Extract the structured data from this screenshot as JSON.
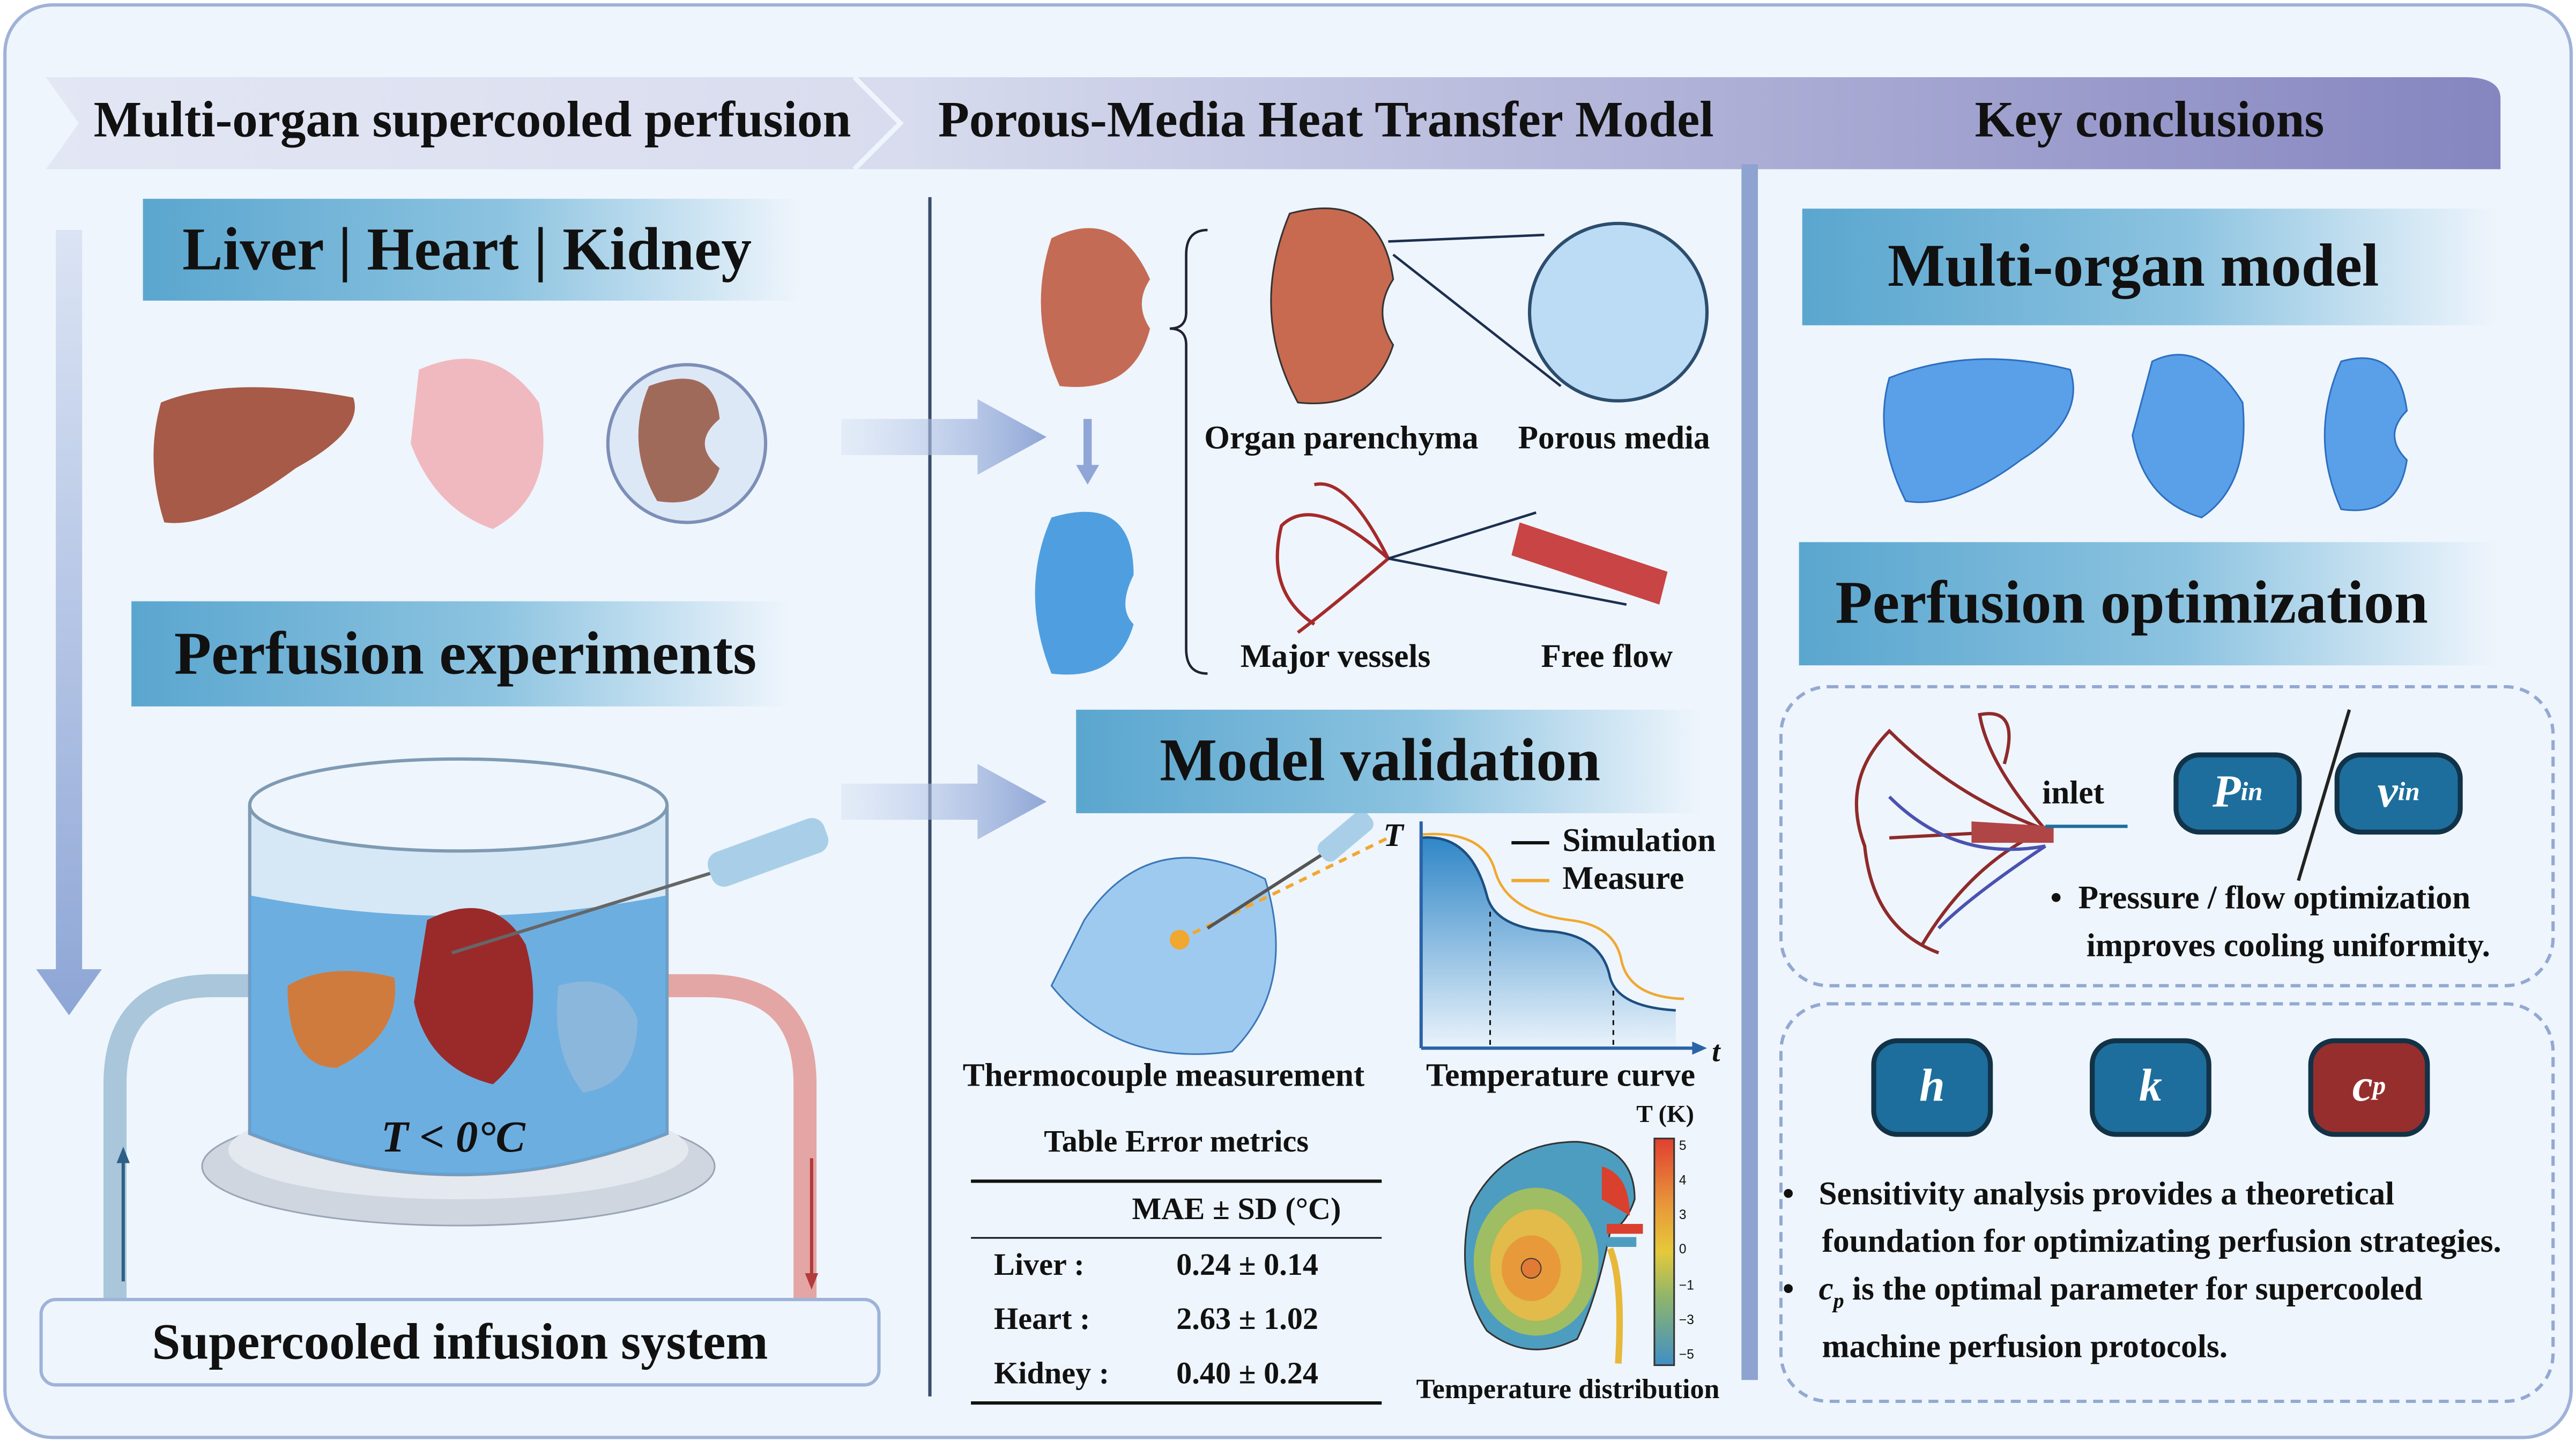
{
  "header": {
    "section1": "Multi-organ supercooled perfusion",
    "section2": "Porous-Media Heat Transfer Model",
    "section3": "Key conclusions"
  },
  "left": {
    "organs_title": "Liver | Heart | Kidney",
    "experiments_title": "Perfusion experiments",
    "temperature_condition": "T < 0°C",
    "system_label": "Supercooled infusion system"
  },
  "middle": {
    "organ_parenchyma": "Organ parenchyma",
    "porous_media": "Porous media",
    "major_vessels": "Major vessels",
    "free_flow": "Free flow",
    "validation_title": "Model validation",
    "thermocouple_label": "Thermocouple  measurement",
    "curve_label": "Temperature curve",
    "curve_axis_y": "T",
    "curve_axis_x": "t",
    "legend": {
      "simulation": "Simulation",
      "measure": "Measure"
    },
    "colors": {
      "simulation": "#111111",
      "measure": "#f0a830"
    },
    "table": {
      "title": "Table  Error metrics",
      "header": "MAE ± SD (°C)",
      "rows": [
        {
          "organ": "Liver :",
          "value": "0.24 ± 0.14"
        },
        {
          "organ": "Heart :",
          "value": "2.63 ± 1.02"
        },
        {
          "organ": "Kidney :",
          "value": "0.40 ± 0.24"
        }
      ]
    },
    "distribution": {
      "unit_label": "T (K)",
      "ticks": [
        "5",
        "4",
        "3",
        "0",
        "−1",
        "−3",
        "−5"
      ],
      "caption": "Temperature distribution"
    }
  },
  "right": {
    "model_title": "Multi-organ model",
    "optimization_title": "Perfusion optimization",
    "inlet": "inlet",
    "p_in": "P",
    "p_in_sub": "in",
    "v_in": "v",
    "v_in_sub": "in",
    "bullet1_line1": "Pressure / flow optimization",
    "bullet1_line2": "improves cooling uniformity.",
    "param_h": "h",
    "param_k": "k",
    "param_cp": "c",
    "param_cp_sub": "p",
    "bullet2_line1": "Sensitivity analysis provides a theoretical",
    "bullet2_line2": "foundation for optimizating perfusion strategies.",
    "bullet3_cp": "c",
    "bullet3_cp_sub": "p",
    "bullet3_line1": " is the optimal parameter for supercooled",
    "bullet3_line2": "machine perfusion protocols.",
    "colors": {
      "param_blue": "#1d6e9c",
      "param_red": "#962e2e"
    }
  }
}
